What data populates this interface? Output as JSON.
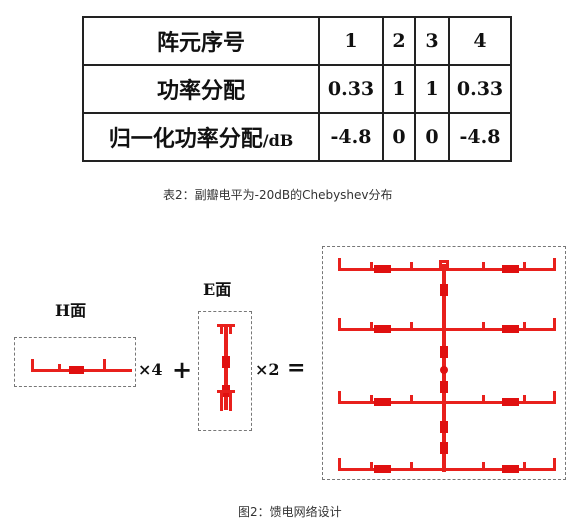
{
  "table": {
    "rows": [
      {
        "label": "阵元序号",
        "unit": "",
        "values": [
          "1",
          "2",
          "3",
          "4"
        ]
      },
      {
        "label": "功率分配",
        "unit": "",
        "values": [
          "0.33",
          "1",
          "1",
          "0.33"
        ]
      },
      {
        "label": "归一化功率分配",
        "unit": "/dB",
        "values": [
          "-4.8",
          "0",
          "0",
          "-4.8"
        ]
      }
    ]
  },
  "table_caption": "表2：副瓣电平为-20dB的Chebyshev分布",
  "figure": {
    "h_label": "H面",
    "e_label": "E面",
    "times4": "×4",
    "plus": "+",
    "times2": "×2",
    "equals": "=",
    "caption": "图2：馈电网络设计"
  },
  "colors": {
    "feed": "#e8201c",
    "block": "#e01010",
    "border": "#222222"
  }
}
